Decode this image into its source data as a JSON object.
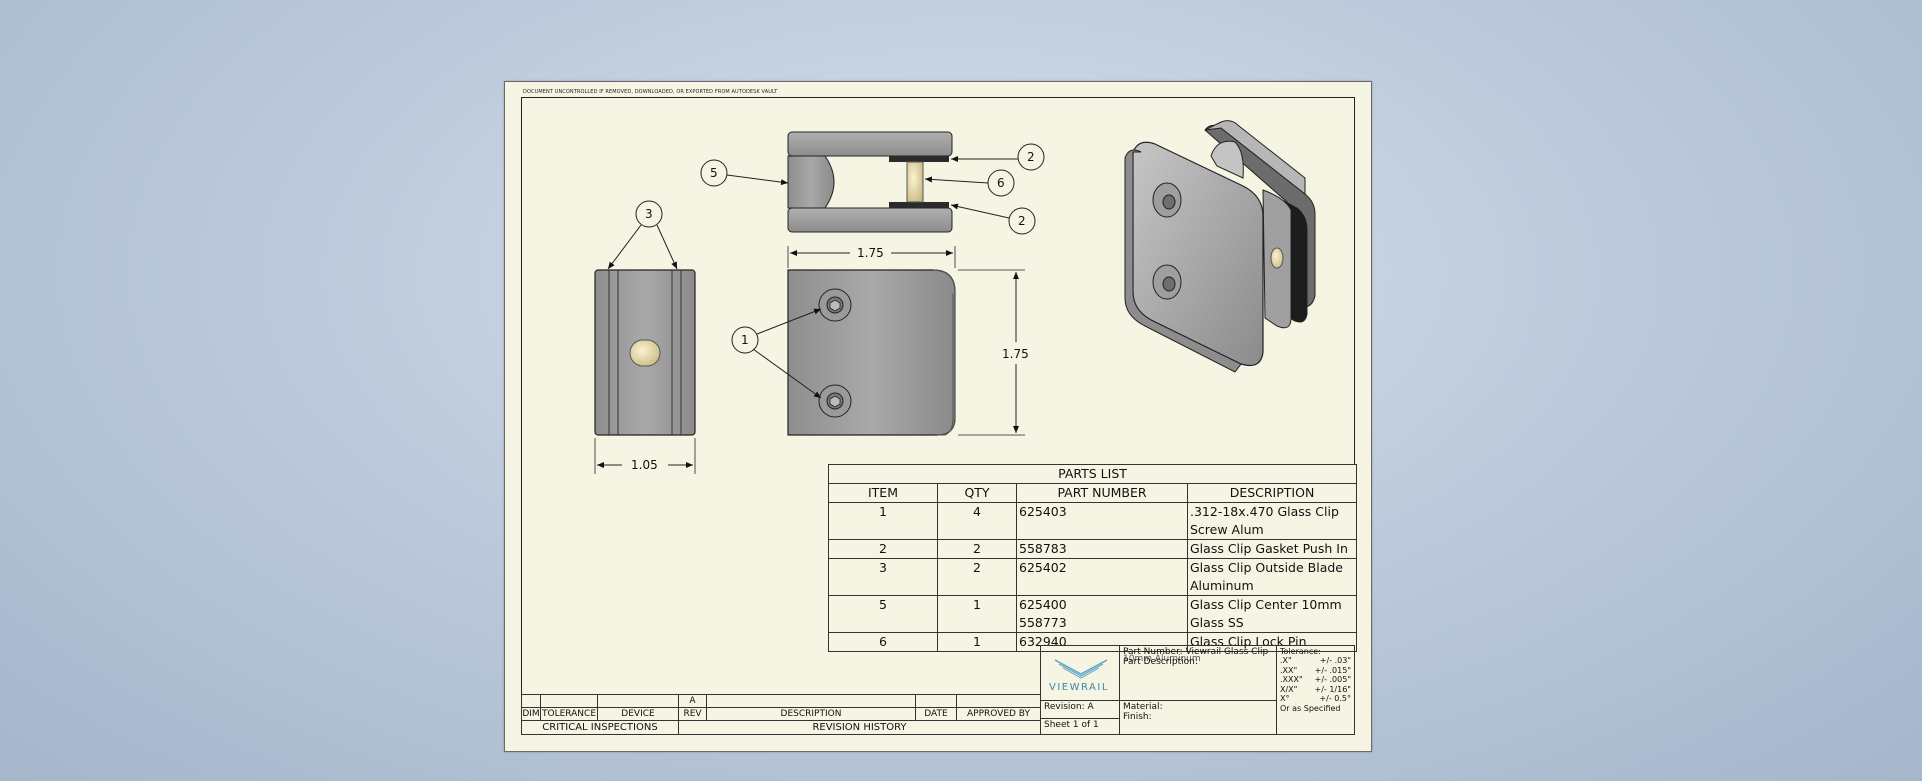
{
  "notice": "DOCUMENT UNCONTROLLED IF REMOVED, DOWNLOADED, OR EXPORTED FROM AUTODESK VAULT",
  "dimensions": {
    "width_left": "1.05",
    "width_front": "1.75",
    "height_front": "1.75"
  },
  "balloons": {
    "b1": "1",
    "b2a": "2",
    "b2b": "2",
    "b3": "3",
    "b5": "5",
    "b6": "6"
  },
  "parts_list": {
    "title": "PARTS LIST",
    "headers": [
      "ITEM",
      "QTY",
      "PART NUMBER",
      "DESCRIPTION"
    ],
    "rows": [
      {
        "item": "1",
        "qty": "4",
        "part_number": "625403",
        "part_number_2": "",
        "desc_1": ".312-18x.470 Glass Clip",
        "desc_2": "Screw Alum"
      },
      {
        "item": "2",
        "qty": "2",
        "part_number": "558783",
        "part_number_2": "",
        "desc_1": "Glass Clip Gasket Push In",
        "desc_2": ""
      },
      {
        "item": "3",
        "qty": "2",
        "part_number": "625402",
        "part_number_2": "",
        "desc_1": "Glass Clip Outside Blade",
        "desc_2": "Aluminum"
      },
      {
        "item": "5",
        "qty": "1",
        "part_number": "625400",
        "part_number_2": "558773",
        "desc_1": "Glass Clip Center 10mm",
        "desc_2": "Glass SS"
      },
      {
        "item": "6",
        "qty": "1",
        "part_number": "632940",
        "part_number_2": "",
        "desc_1": "Glass Clip Lock Pin",
        "desc_2": ""
      }
    ]
  },
  "title_block": {
    "logo": "VIEWRAIL",
    "part_number": "Part Number: Viewrail Glass Clip",
    "part_number_overlap": "10mm Aluminum",
    "part_description": "Part Description:",
    "revision": "Revision: A",
    "sheet": "Sheet 1 of 1",
    "material": "Material:",
    "finish": "Finish:",
    "tolerance_title": "Tolerance:",
    "tolerances": [
      {
        "k": ".X\"",
        "v": "+/- .03\""
      },
      {
        "k": ".XX\"",
        "v": "+/- .015\""
      },
      {
        "k": ".XXX\"",
        "v": "+/- .005\""
      },
      {
        "k": "X/X\"",
        "v": "+/- 1/16\""
      },
      {
        "k": "X°",
        "v": "+/- 0.5°"
      }
    ],
    "or_as_specified": "Or as Specified"
  },
  "inspections": {
    "dim": "DIM",
    "tolerance": "TOLERANCE",
    "device": "DEVICE",
    "label": "CRITICAL INSPECTIONS"
  },
  "revision_history": {
    "rev_value": "A",
    "rev": "REV",
    "description": "DESCRIPTION",
    "date": "DATE",
    "approved_by": "APPROVED BY",
    "label": "REVISION HISTORY"
  }
}
